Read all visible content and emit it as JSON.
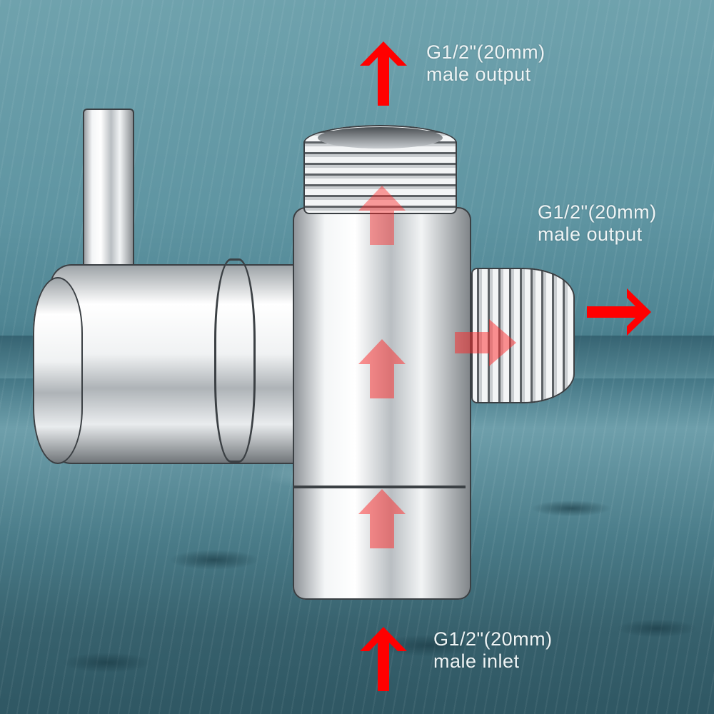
{
  "labels": {
    "top_output": {
      "size": "G1/2\"(20mm)",
      "type": "male output"
    },
    "side_output": {
      "size": "G1/2\"(20mm)",
      "type": "male output"
    },
    "bottom_inlet": {
      "size": "G1/2\"(20mm)",
      "type": "male inlet"
    }
  },
  "colors": {
    "arrow": "#ff0000",
    "label_text": "#eef4f5",
    "background_water": "#5f95a2"
  },
  "icons": [
    "arrow-up-icon",
    "arrow-right-icon",
    "arrow-up-icon"
  ]
}
